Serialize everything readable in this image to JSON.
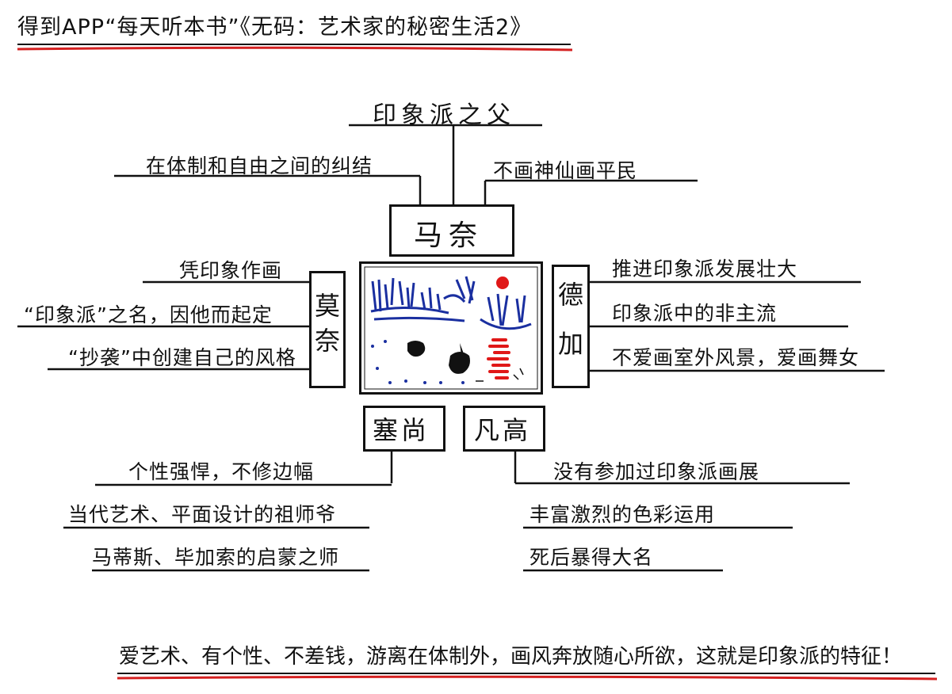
{
  "title": "得到APP“每天听本书”《无码：艺术家的秘密生活2》",
  "root": {
    "label": "印象派之父",
    "name": "马奈",
    "left_branch": "在体制和自由之间的纠结",
    "right_branch": "不画神仙画平民"
  },
  "monet": {
    "name": "莫奈",
    "points": [
      "凭印象作画",
      "“印象派”之名，因他而起定",
      "“抄袭”中创建自己的风格"
    ]
  },
  "degas": {
    "name": "德加",
    "points": [
      "推进印象派发展壮大",
      "印象派中的非主流",
      "不爱画室外风景，爱画舞女"
    ]
  },
  "cezanne": {
    "name": "塞尚",
    "points": [
      "个性强悍，不修边幅",
      "当代艺术、平面设计的祖师爷",
      "马蒂斯、毕加索的启蒙之师"
    ]
  },
  "vangogh": {
    "name": "凡高",
    "points": [
      "没有参加过印象派画展",
      "丰富激烈的色彩运用",
      "死后暴得大名"
    ]
  },
  "footer": "爱艺术、有个性、不差钱，游离在体制外，画风奔放随心所欲，这就是印象派的特征！",
  "colors": {
    "ink": "#111111",
    "underline_red": "#d42020",
    "paint_blue": "#1a2fa0",
    "paint_red": "#e01818"
  }
}
